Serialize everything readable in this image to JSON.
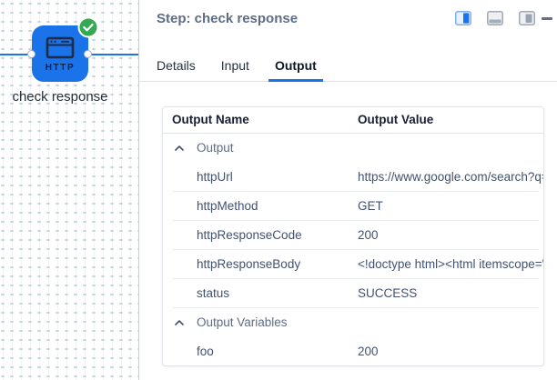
{
  "colors": {
    "accent_blue": "#1a73e8",
    "success_green": "#34a853",
    "node_icon_navy": "#1c2b46"
  },
  "canvas": {
    "node": {
      "type_label": "HTTP",
      "label": "check response",
      "status": "success"
    }
  },
  "panel": {
    "title": "Step: check response",
    "view_controls": [
      {
        "icon": "split-view-icon",
        "active": true
      },
      {
        "icon": "bottom-panel-icon",
        "active": false
      },
      {
        "icon": "overlay-panel-icon",
        "active": false
      },
      {
        "icon": "minimize-icon",
        "active": false
      }
    ],
    "tabs": [
      {
        "label": "Details",
        "active": false
      },
      {
        "label": "Input",
        "active": false
      },
      {
        "label": "Output",
        "active": true
      }
    ],
    "table": {
      "columns": [
        "Output Name",
        "Output Value"
      ],
      "rows": [
        {
          "type": "group",
          "label": "Output"
        },
        {
          "type": "item",
          "name": "httpUrl",
          "value": "https://www.google.com/search?q="
        },
        {
          "type": "item",
          "name": "httpMethod",
          "value": "GET"
        },
        {
          "type": "item",
          "name": "httpResponseCode",
          "value": "200"
        },
        {
          "type": "item",
          "name": "httpResponseBody",
          "value": "<!doctype html><html itemscope=\""
        },
        {
          "type": "item",
          "name": "status",
          "value": "SUCCESS"
        },
        {
          "type": "group",
          "label": "Output Variables"
        },
        {
          "type": "item",
          "name": "foo",
          "value": "200"
        }
      ]
    }
  }
}
